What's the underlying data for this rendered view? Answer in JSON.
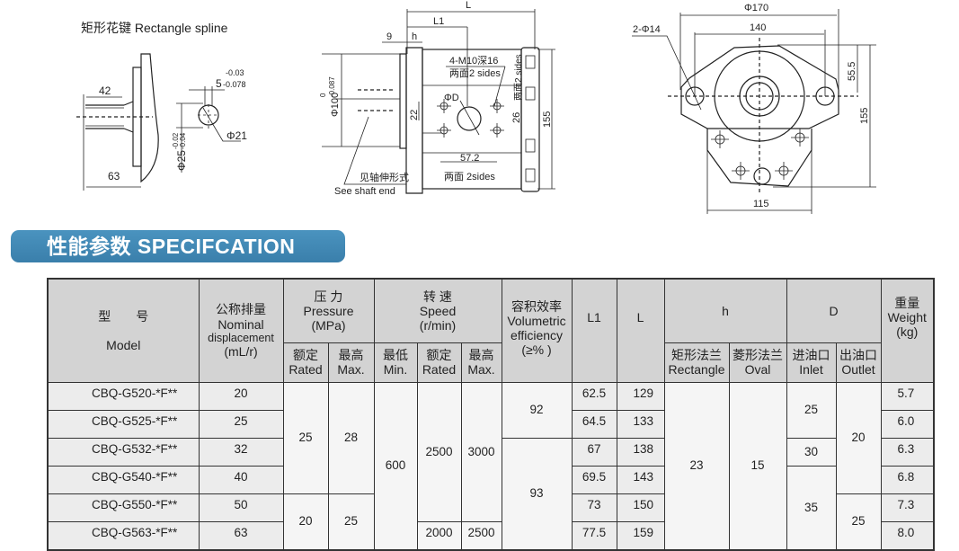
{
  "drawings": {
    "spline": {
      "title": "矩形花键  Rectangle spline",
      "dim_42": "42",
      "dim_63": "63",
      "dim_5": "5",
      "tol_5_upper": "-0.03",
      "tol_5_lower": "-0.078",
      "dim_phi25": "Φ25",
      "tol_25_upper": "-0.02",
      "tol_25_lower": "-0.04",
      "dim_phi21": "Φ21"
    },
    "side": {
      "dim_L": "L",
      "dim_L1": "L1",
      "dim_9": "9",
      "dim_h": "h",
      "dim_phi100": "Φ100",
      "tol_100_upper": "0",
      "tol_100_lower": "-0.087",
      "thread": "4-M10深16",
      "thread_sides": "两面2 sides",
      "phi_d": "ΦD",
      "dim_22": "22",
      "dim_26": "26",
      "vertical_sides": "两面2 sides",
      "dim_155": "155",
      "dim_57_2": "57.2",
      "sides_57": "两面 2sides",
      "shaft_cn": "见轴伸形式",
      "shaft_en": "See shaft end"
    },
    "front": {
      "dim_phi170": "Φ170",
      "dim_140": "140",
      "holes": "2-Φ14",
      "dim_55_5": "55.5",
      "dim_155": "155",
      "dim_115": "115"
    }
  },
  "banner": "性能参数  SPECIFCATION",
  "table": {
    "headers": {
      "model_cn": "型　　号",
      "model_en": "Model",
      "disp_cn": "公称排量",
      "disp_en1": "Nominal",
      "disp_en2": "displacement",
      "disp_unit": "(mL/r)",
      "pressure_cn": "压 力",
      "pressure_en": "Pressure",
      "pressure_unit": "(MPa)",
      "speed_cn": "转 速",
      "speed_en": "Speed",
      "speed_unit": "(r/min)",
      "vol_cn": "容积效率",
      "vol_en1": "Volumetric",
      "vol_en2": "efficiency",
      "vol_unit": "(≥% )",
      "l1": "L1",
      "l": "L",
      "h": "h",
      "d": "D",
      "weight_cn": "重量",
      "weight_en": "Weight",
      "weight_unit": "(kg)",
      "p_rated_cn": "额定",
      "p_rated_en": "Rated",
      "p_max_cn": "最高",
      "p_max_en": "Max.",
      "s_min_cn": "最低",
      "s_min_en": "Min.",
      "s_rated_cn": "额定",
      "s_rated_en": "Rated",
      "s_max_cn": "最高",
      "s_max_en": "Max.",
      "rect_cn": "矩形法兰",
      "rect_en": "Rectangle",
      "oval_cn": "菱形法兰",
      "oval_en": "Oval",
      "inlet_cn": "进油口",
      "inlet_en": "Inlet",
      "outlet_cn": "出油口",
      "outlet_en": "Outlet"
    },
    "rows": [
      {
        "model": "CBQ-G520-*F**",
        "disp": "20",
        "l1": "62.5",
        "l": "129",
        "weight": "5.7"
      },
      {
        "model": "CBQ-G525-*F**",
        "disp": "25",
        "l1": "64.5",
        "l": "133",
        "weight": "6.0"
      },
      {
        "model": "CBQ-G532-*F**",
        "disp": "32",
        "l1": "67",
        "l": "138",
        "weight": "6.3"
      },
      {
        "model": "CBQ-G540-*F**",
        "disp": "40",
        "l1": "69.5",
        "l": "143",
        "weight": "6.8"
      },
      {
        "model": "CBQ-G550-*F**",
        "disp": "50",
        "l1": "73",
        "l": "150",
        "weight": "7.3"
      },
      {
        "model": "CBQ-G563-*F**",
        "disp": "63",
        "l1": "77.5",
        "l": "159",
        "weight": "8.0"
      }
    ],
    "merged": {
      "p_rated_a": "25",
      "p_max_a": "28",
      "p_rated_b": "20",
      "p_max_b": "25",
      "s_min": "600",
      "s_rated_a": "2500",
      "s_max_a": "3000",
      "s_rated_b": "2000",
      "s_max_b": "2500",
      "vol_a": "92",
      "vol_b": "93",
      "h_rect": "23",
      "h_oval": "15",
      "inlet_a": "25",
      "inlet_b": "30",
      "inlet_c": "35",
      "outlet_a": "20",
      "outlet_b": "25"
    }
  }
}
